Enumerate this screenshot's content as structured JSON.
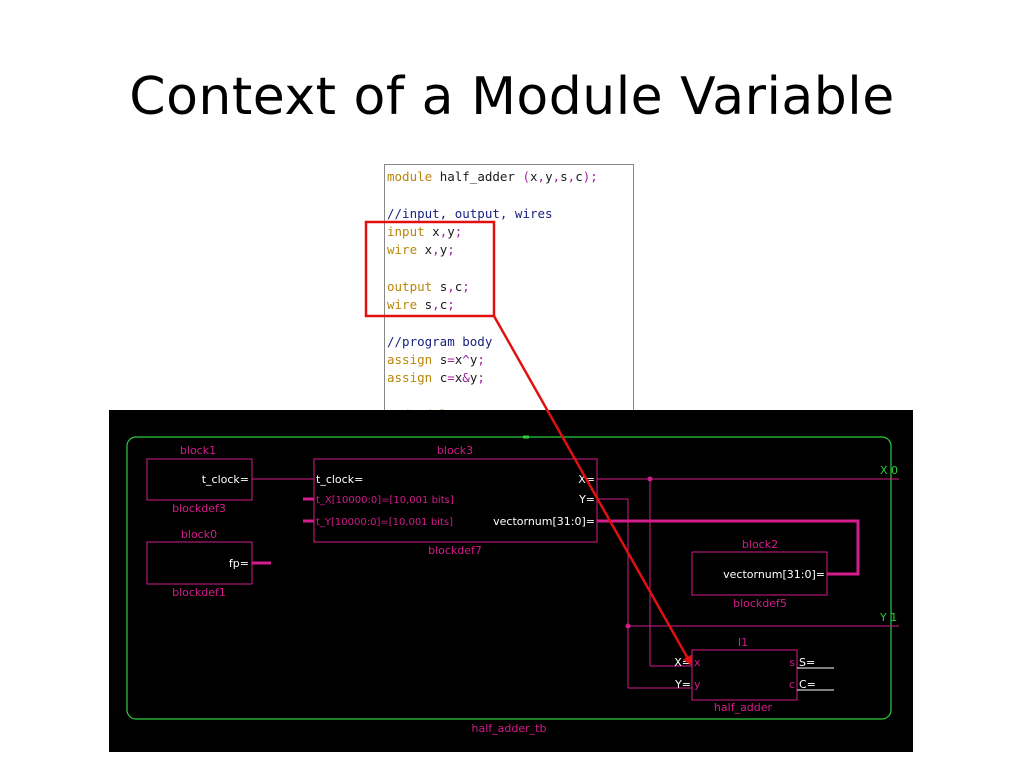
{
  "slide": {
    "title": "Context of a Module Variable"
  },
  "code": {
    "lines": [
      [
        {
          "t": "module ",
          "c": "kw"
        },
        {
          "t": "half_adder ",
          "c": "id"
        },
        {
          "t": "(",
          "c": "pun"
        },
        {
          "t": "x",
          "c": "id"
        },
        {
          "t": ",",
          "c": "pun"
        },
        {
          "t": "y",
          "c": "id"
        },
        {
          "t": ",",
          "c": "pun"
        },
        {
          "t": "s",
          "c": "id"
        },
        {
          "t": ",",
          "c": "pun"
        },
        {
          "t": "c",
          "c": "id"
        },
        {
          "t": ");",
          "c": "pun"
        }
      ],
      [],
      [
        {
          "t": "//input, output, wires",
          "c": "cmt"
        }
      ],
      [
        {
          "t": "input ",
          "c": "kw"
        },
        {
          "t": "x",
          "c": "id"
        },
        {
          "t": ",",
          "c": "pun"
        },
        {
          "t": "y",
          "c": "id"
        },
        {
          "t": ";",
          "c": "pun"
        }
      ],
      [
        {
          "t": "wire ",
          "c": "kw"
        },
        {
          "t": "x",
          "c": "id"
        },
        {
          "t": ",",
          "c": "pun"
        },
        {
          "t": "y",
          "c": "id"
        },
        {
          "t": ";",
          "c": "pun"
        }
      ],
      [],
      [
        {
          "t": "output ",
          "c": "kw"
        },
        {
          "t": "s",
          "c": "id"
        },
        {
          "t": ",",
          "c": "pun"
        },
        {
          "t": "c",
          "c": "id"
        },
        {
          "t": ";",
          "c": "pun"
        }
      ],
      [
        {
          "t": "wire ",
          "c": "kw"
        },
        {
          "t": "s",
          "c": "id"
        },
        {
          "t": ",",
          "c": "pun"
        },
        {
          "t": "c",
          "c": "id"
        },
        {
          "t": ";",
          "c": "pun"
        }
      ],
      [],
      [
        {
          "t": "//program body",
          "c": "cmt"
        }
      ],
      [
        {
          "t": "assign ",
          "c": "kw"
        },
        {
          "t": "s",
          "c": "id"
        },
        {
          "t": "=",
          "c": "pun"
        },
        {
          "t": "x",
          "c": "id"
        },
        {
          "t": "^",
          "c": "pun"
        },
        {
          "t": "y",
          "c": "id"
        },
        {
          "t": ";",
          "c": "pun"
        }
      ],
      [
        {
          "t": "assign ",
          "c": "kw"
        },
        {
          "t": "c",
          "c": "id"
        },
        {
          "t": "=",
          "c": "pun"
        },
        {
          "t": "x",
          "c": "id"
        },
        {
          "t": "&",
          "c": "pun"
        },
        {
          "t": "y",
          "c": "id"
        },
        {
          "t": ";",
          "c": "pun"
        }
      ],
      [],
      [
        {
          "t": "endmodule",
          "c": "kw"
        }
      ]
    ]
  },
  "diagram": {
    "colors": {
      "background": "#000000",
      "frame": "#2ecc40",
      "block": "#d41c8c",
      "signal_text": "#ffffff",
      "signal": "#d41c8c",
      "highlight": "#e01010"
    },
    "testbench_label": "half_adder_tb",
    "block1": {
      "name": "block1",
      "def": "blockdef3",
      "port": "t_clock="
    },
    "block0": {
      "name": "block0",
      "def": "blockdef1",
      "port": "fp="
    },
    "block3": {
      "name": "block3",
      "def": "blockdef7",
      "in_clock": "t_clock=",
      "in_x": "t_X[10000:0]=[10,001 bits]",
      "in_y": "t_Y[10000:0]=[10,001 bits]",
      "out_x": "X=",
      "out_y": "Y=",
      "out_vec": "vectornum[31:0]="
    },
    "block2": {
      "name": "block2",
      "def": "blockdef5",
      "port": "vectornum[31:0]="
    },
    "i1": {
      "name": "I1",
      "def": "half_adder",
      "x_label": "X=",
      "y_label": "Y=",
      "pin_x": "x",
      "pin_y": "y",
      "pin_s": "s",
      "pin_c": "c",
      "s_label": "S=",
      "c_label": "C="
    },
    "outputs": {
      "x_value": "X 0",
      "y_value": "Y 1"
    }
  }
}
